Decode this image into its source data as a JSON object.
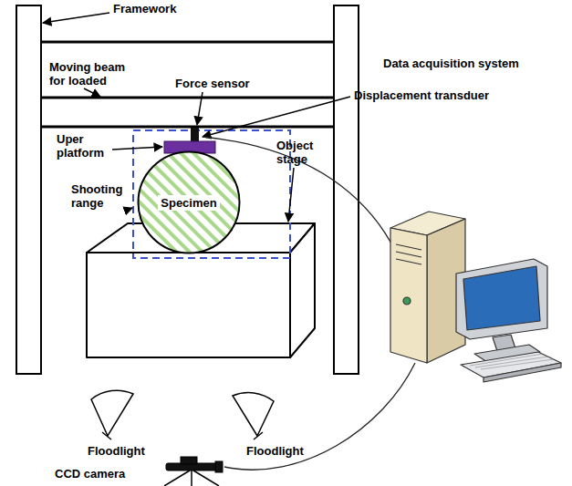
{
  "diagram": {
    "nodes": [
      {
        "text": [
          "Specimen"
        ]
      }
    ],
    "labels": [
      "Framework",
      "Moving beam for loaded",
      "Force sensor",
      "Displacement transduer",
      "Uper platform",
      "Shooting range",
      "Object stage",
      "Data acquisition system",
      "Floodlight",
      "Floodlight",
      "CCD camera"
    ]
  }
}
